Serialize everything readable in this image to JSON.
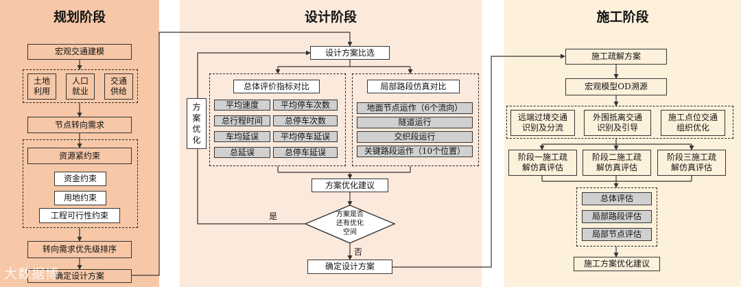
{
  "phases": {
    "planning": "规划阶段",
    "design": "设计阶段",
    "construction": "施工阶段"
  },
  "planning": {
    "macro_model": "宏观交通建模",
    "factors": [
      "土地\n利用",
      "人口\n就业",
      "交通\n供给"
    ],
    "node_demand": "节点转向需求",
    "resource_constraint": "资源紧约束",
    "constraints": [
      "资金约束",
      "用地约束",
      "工程可行性约束"
    ],
    "priority_sort": "转向需求优先级排序",
    "bottom_box": "确定设计方案"
  },
  "design": {
    "compare": "设计方案比选",
    "overall_title": "总体评价指标对比",
    "indicators": [
      "平均速度",
      "平均停车次数",
      "总行程时间",
      "总停车次数",
      "车均延误",
      "平均停车延误",
      "总延误",
      "总停车延误"
    ],
    "local_title": "局部路段仿真对比",
    "local_items": [
      "地面节点运作（6个流向）",
      "隧道运行",
      "交织段运行",
      "关键路段运作（10个位置）"
    ],
    "suggestion": "方案优化建议",
    "decision": "方案是否\n还有优化\n空间",
    "yes": "是",
    "no": "否",
    "optimize": "方\n案\n优\n化",
    "final": "确定设计方案"
  },
  "construction": {
    "plan": "施工疏解方案",
    "od": "宏观模型OD溯源",
    "strategies": [
      "远端过境交通\n识别及分流",
      "外围抵离交通\n识别及引导",
      "施工点位交通\n组织优化"
    ],
    "stages": [
      "阶段一施工疏\n解仿真评估",
      "阶段二施工疏\n解仿真评估",
      "阶段三施工疏\n解仿真评估"
    ],
    "evals": [
      "总体评估",
      "局部路段评估",
      "局部节点评估"
    ],
    "final": "施工方案优化建议"
  },
  "watermark": "大数据博"
}
